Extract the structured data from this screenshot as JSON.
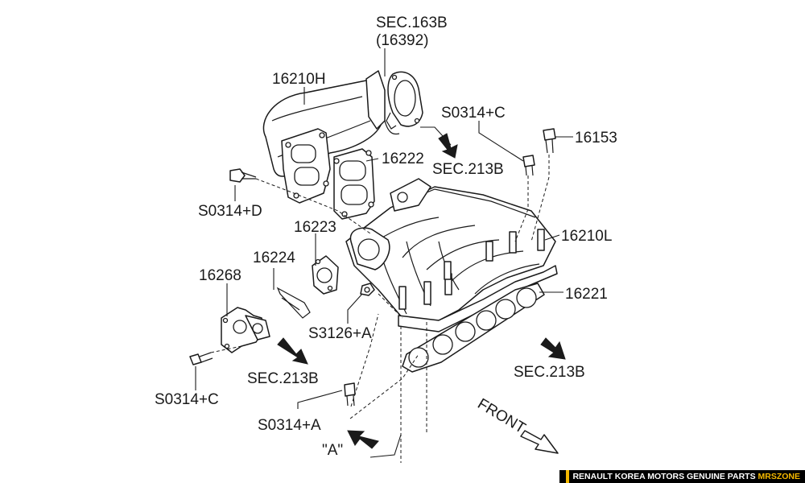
{
  "labels": {
    "sec163b": "SEC.163B",
    "sec163b_sub": "(16392)",
    "p16210h": "16210H",
    "s0314c_top": "S0314+C",
    "p16153": "16153",
    "p16222": "16222",
    "sec213b_top": "SEC.213B",
    "s0314d": "S0314+D",
    "p16223": "16223",
    "p16210l": "16210L",
    "p16224": "16224",
    "p16268": "16268",
    "p16221": "16221",
    "s3126a": "S3126+A",
    "sec213b_left": "SEC.213B",
    "sec213b_right": "SEC.213B",
    "s0314c_bottom": "S0314+C",
    "s0314a": "S0314+A",
    "view_a": "\"A\"",
    "front": "FRONT"
  },
  "footer": {
    "text": "RENAULT KOREA MOTORS GENUINE PARTS",
    "brand": "MRSZONE"
  },
  "colors": {
    "line": "#1a1a1a",
    "footer_bg": "#000000",
    "footer_accent": "#f5b800"
  }
}
